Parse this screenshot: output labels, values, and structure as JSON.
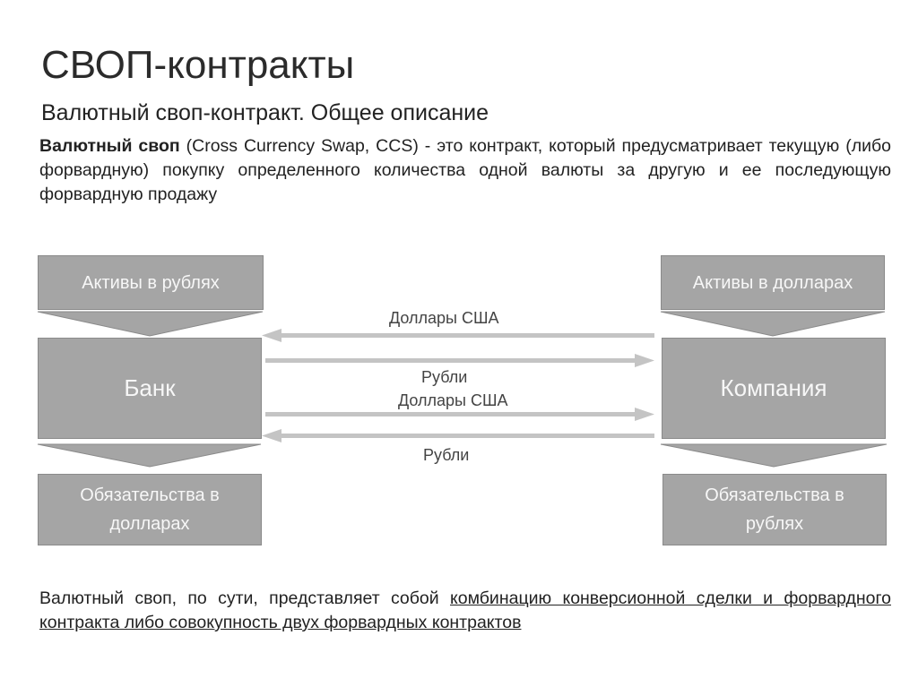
{
  "slide": {
    "title": "СВОП-контракты",
    "subtitle": "Валютный своп-контракт. Общее описание",
    "description": {
      "term": "Валютный своп",
      "text": " (Cross Currency Swap, CCS) - это контракт, который предусматривает текущую (либо форвардную) покупку определенного количества одной валюты за другую и ее последующую форвардную продажу"
    },
    "summary": {
      "prefix": "Валютный своп, по сути, представляет собой ",
      "underlined": "комбинацию конверсионной сделки и форвардного контракта либо совокупность двух форвардных контрактов"
    }
  },
  "diagram": {
    "left": {
      "assets": "Активы в рублях",
      "entity": "Банк",
      "liabilities": "Обязательства в долларах"
    },
    "right": {
      "assets": "Активы в долларах",
      "entity": "Компания",
      "liabilities": "Обязательства в рублях"
    },
    "flows": [
      {
        "label": "Доллары США",
        "direction": "to-left"
      },
      {
        "label": "Рубли",
        "direction": "to-right"
      },
      {
        "label": "Доллары США",
        "direction": "to-right"
      },
      {
        "label": "Рубли",
        "direction": "to-left"
      }
    ],
    "colors": {
      "box": "#a5a5a5",
      "arrow": "#bdbdbd",
      "text_on_box": "#f7f7f7"
    }
  }
}
